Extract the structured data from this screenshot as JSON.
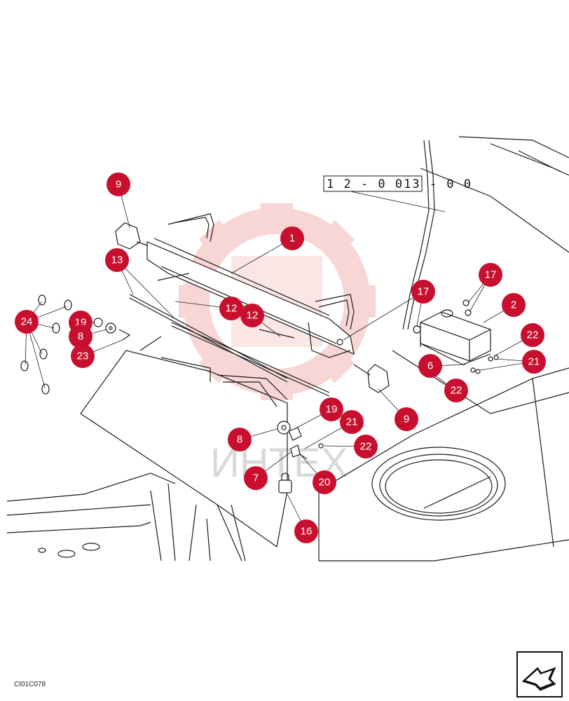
{
  "reference_label": "1 2 - 0 013 - 0 0",
  "watermark_text": "ИНТЕХ",
  "drawing_code": "CI01C078",
  "callout_color": "#c8102e",
  "watermark_color": "#f7c9c9",
  "nav_icon": "arrow-next-icon",
  "callouts": [
    "9",
    "1",
    "13",
    "12",
    "12",
    "17",
    "17",
    "2",
    "24",
    "19",
    "8",
    "23",
    "22",
    "6",
    "21",
    "22",
    "9",
    "19",
    "21",
    "8",
    "22",
    "7",
    "20",
    "16"
  ]
}
